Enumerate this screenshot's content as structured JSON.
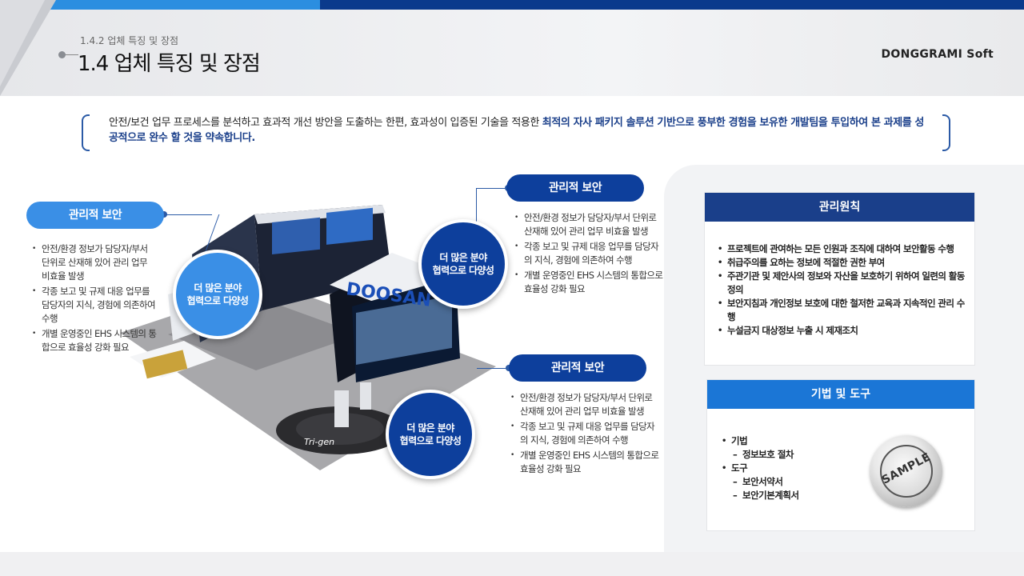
{
  "header": {
    "breadcrumb": "1.4.2 업체 특징 및 장점",
    "title": "1.4 업체 특징 및 장점",
    "brand": "DONGGRAMI Soft"
  },
  "intro": {
    "text_plain": "안전/보건 업무 프로세스를 분석하고 효과적 개선 방안을 도출하는 한편, 효과성이 입증된 기술을 적용한 ",
    "text_highlight": "최적의 자사 패키지 솔루션 기반으로 풍부한 경험을 보유한 개발팀을 투입하여 본 과제를 성공적으로 완수 할 것을 약속합니다."
  },
  "callouts": [
    {
      "pill": "관리적 보안",
      "circle_line1": "더 많은 분야",
      "circle_line2": "협력으로 다양성",
      "bullets": [
        "안전/환경 정보가 담당자/부서 단위로 산재해 있어 관리 업무 비효율 발생",
        "각종 보고 및 규제 대응 업무를 담당자의 지식, 경험에 의존하여 수행",
        "개별 운영중인 EHS 시스템의 통합으로 효율성 강화 필요"
      ]
    },
    {
      "pill": "관리적 보안",
      "circle_line1": "더 많은 분야",
      "circle_line2": "협력으로 다양성",
      "bullets": [
        "안전/환경 정보가 담당자/부서 단위로 산재해 있어 관리 업무 비효율 발생",
        "각종 보고 및 규제 대응 업무를 담당자의 지식, 경험에 의존하여 수행",
        "개별 운영중인 EHS 시스템의 통합으로 효율성 강화 필요"
      ]
    },
    {
      "pill": "관리적 보안",
      "circle_line1": "더 많은 분야",
      "circle_line2": "협력으로 다양성",
      "bullets": [
        "안전/환경 정보가 담당자/부서 단위로 산재해 있어 관리 업무 비효율 발생",
        "각종 보고 및 규제 대응 업무를 담당자의 지식, 경험에 의존하여 수행",
        "개별 운영중인 EHS 시스템의 통합으로 효율성 강화 필요"
      ]
    }
  ],
  "booth": {
    "brand_text": "DOOSAN",
    "floor_text": "Tri-gen"
  },
  "principles": {
    "title": "관리원칙",
    "items": [
      "프로젝트에 관여하는 모든 인원과 조직에 대하여 보안활동 수행",
      "취급주의를 요하는 정보에 적절한 권한 부여",
      "주관기관 및 제안사의 정보와 자산을 보호하기 위하여 일련의 활동 정의",
      "보안지침과 개인정보 보호에 대한 철저한 교육과 지속적인 관리 수행",
      "누설금지 대상정보 누출 시 제재조치"
    ]
  },
  "tools": {
    "title": "기법 및 도구",
    "groups": [
      {
        "label": "기법",
        "subs": [
          "정보보호 절차"
        ]
      },
      {
        "label": "도구",
        "subs": [
          "보안서약서",
          "보안기본계획서"
        ]
      }
    ],
    "stamp": "SAMPLE"
  },
  "colors": {
    "navy": "#0d3f9c",
    "blue": "#3a8fe6",
    "bright_blue": "#1b76d6",
    "highlight_text": "#1a3f8a"
  }
}
